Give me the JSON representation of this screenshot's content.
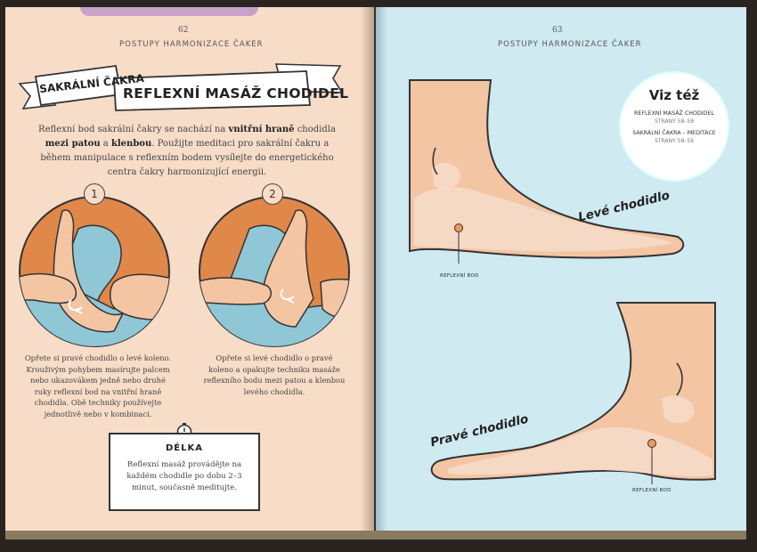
{
  "left_page": {
    "page_number": "62",
    "running_head": "POSTUPY HARMONIZACE ČAKER",
    "ribbon_small": "SAKRÁLNÍ ČAKRA",
    "ribbon_big": "REFLEXNÍ MASÁŽ CHODIDEL",
    "intro": {
      "p1": "Reflexní bod sakrální čakry se nachází na ",
      "b1": "vnitřní hraně",
      "p2": " chodidla ",
      "b2": "mezi patou",
      "p3": " a ",
      "b3": "klenbou",
      "p4": ". Použijte meditaci pro sakrální čakru a během manipulace s reflexním bodem vysílejte do energetického centra čakry harmonizující energii."
    },
    "steps": [
      {
        "number": "1",
        "text": "Opřete si pravé chodidlo o levé koleno. Krouživým pohybem masírujte palcem nebo ukazovákem jedně nebo druhé ruky reflexní bod na vnitřní hraně chodidla. Obě techniky používejte jednotlivě nebo v kombinaci."
      },
      {
        "number": "2",
        "text": "Opřete si levé chodidlo o pravé koleno a opakujte techniku masáže reflexního bodu mezi patou a klenbou levého chodidla."
      }
    ],
    "duration": {
      "title": "DÉLKA",
      "text": "Reflexní masáž provádějte na každém chodidle po dobu 2–3 minut, současně meditujte."
    }
  },
  "right_page": {
    "page_number": "63",
    "running_head": "POSTUPY HARMONIZACE ČAKER",
    "see_also": {
      "title": "Viz též",
      "items": [
        {
          "label": "REFLEXNÍ MASÁŽ CHODIDEL",
          "pages": "STRANY 58–59"
        },
        {
          "label": "SAKRÁLNÍ ČAKRA – MEDITACE",
          "pages": "STRANY 58–59"
        }
      ]
    },
    "left_foot_label": "Levé chodidlo",
    "right_foot_label": "Pravé chodidlo",
    "reflex_point_label_1": "REFLEXNÍ BOD",
    "reflex_point_label_2": "REFLEXNÍ BOD"
  },
  "colors": {
    "left_page_bg": "#f7dcc8",
    "right_page_bg": "#cfeaf1",
    "orange_circle": "#e0874a",
    "skin": "#f3c5a3",
    "bone": "#f6dccb",
    "blue_sock": "#8fc7d6",
    "reflex_point": "#f29a52"
  }
}
